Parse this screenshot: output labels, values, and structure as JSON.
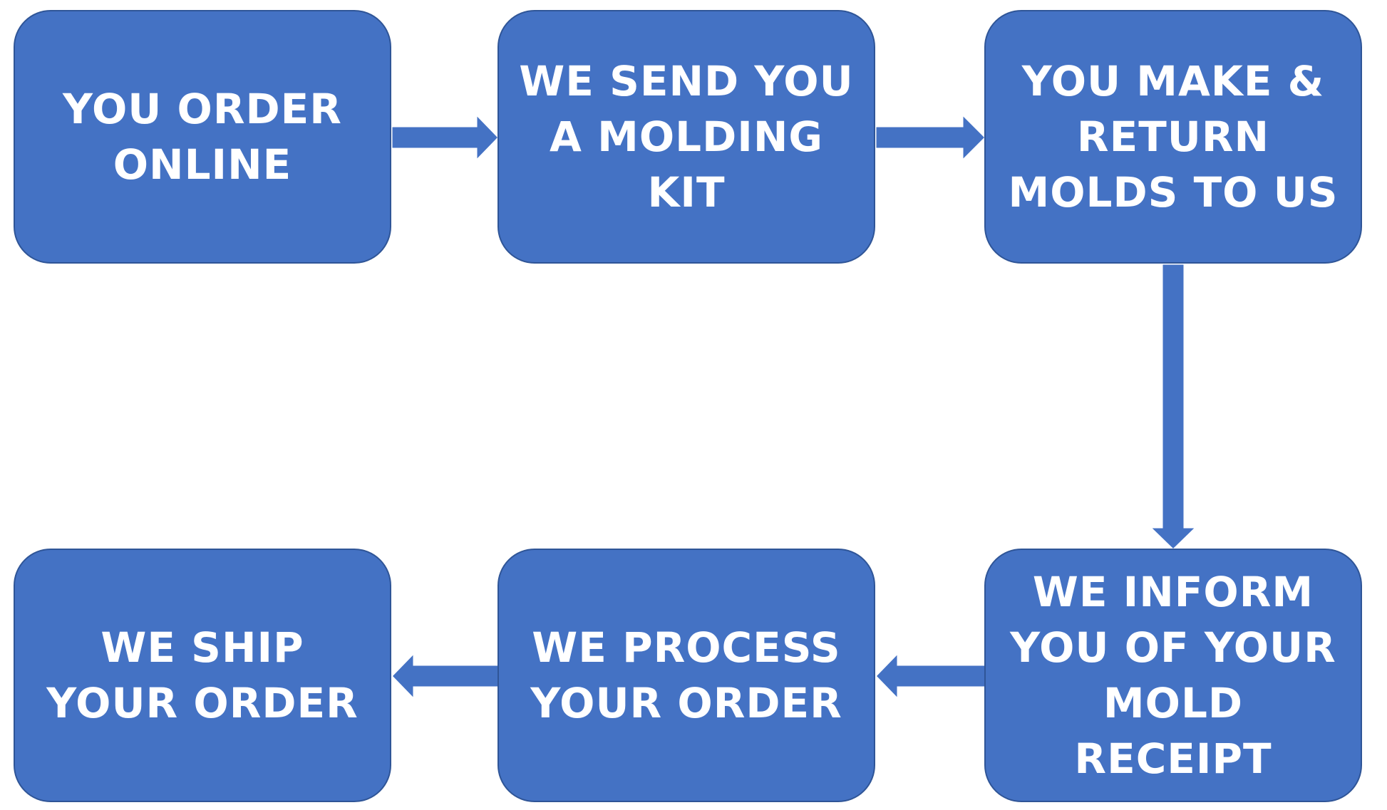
{
  "colors": {
    "box_fill": "#4472c4",
    "box_border": "#2f5597",
    "text": "#ffffff",
    "arrow": "#4472c4"
  },
  "steps": [
    {
      "lines": [
        "YOU ORDER",
        "ONLINE"
      ]
    },
    {
      "lines": [
        "WE SEND YOU",
        "A MOLDING",
        "KIT"
      ]
    },
    {
      "lines": [
        "YOU MAKE &",
        "RETURN",
        "MOLDS TO US"
      ]
    },
    {
      "lines": [
        "WE INFORM",
        "YOU OF YOUR",
        "MOLD",
        "RECEIPT"
      ]
    },
    {
      "lines": [
        "WE PROCESS",
        "YOUR ORDER"
      ]
    },
    {
      "lines": [
        "WE SHIP",
        "YOUR ORDER"
      ]
    }
  ]
}
